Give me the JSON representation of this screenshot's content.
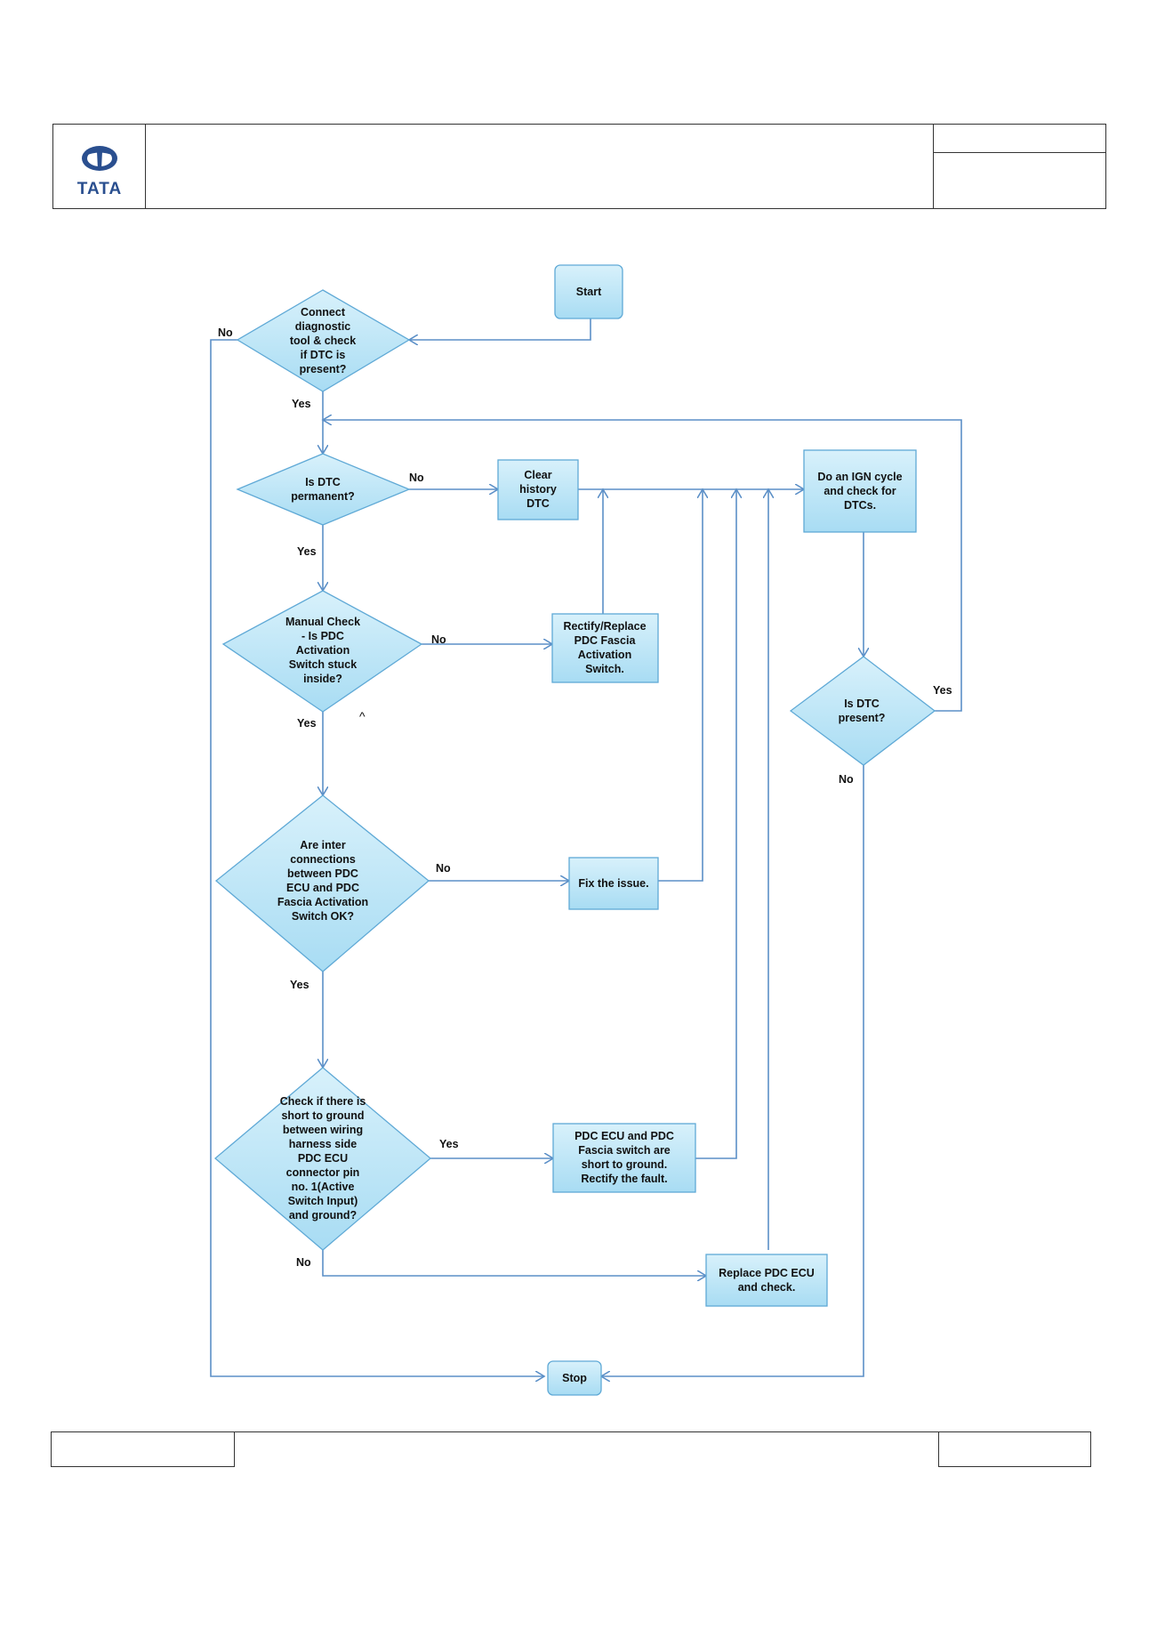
{
  "header": {
    "logo_text": "TATA"
  },
  "flowchart": {
    "nodes": {
      "start": [
        "Start"
      ],
      "q_connect": [
        "Connect",
        "diagnostic",
        "tool & check",
        "if DTC is",
        "present?"
      ],
      "q_permanent": [
        "Is DTC",
        "permanent?"
      ],
      "clear_history": [
        "Clear",
        "history",
        "DTC"
      ],
      "ign_cycle": [
        "Do an IGN cycle",
        "and check for",
        "DTCs."
      ],
      "q_manual": [
        "Manual Check",
        "- Is PDC",
        "Activation",
        "Switch  stuck",
        "inside?"
      ],
      "rectify_switch": [
        "Rectify/Replace",
        "PDC Fascia",
        "Activation",
        "Switch."
      ],
      "q_present": [
        "Is DTC",
        "present?"
      ],
      "q_interconnect": [
        "Are inter",
        "connections",
        "between PDC",
        "ECU and PDC",
        "Fascia Activation",
        "Switch OK?"
      ],
      "fix_issue": [
        "Fix the issue."
      ],
      "q_short": [
        "Check if there is",
        "short to ground",
        "between wiring",
        "harness side",
        "PDC ECU",
        "connector  pin",
        "no. 1(Active",
        "Switch  Input)",
        "and  ground?"
      ],
      "short_fault": [
        "PDC ECU and PDC",
        "Fascia switch  are",
        "short to ground.",
        "Rectify  the  fault."
      ],
      "replace_ecu": [
        "Replace PDC  ECU",
        "and check."
      ],
      "stop": [
        "Stop"
      ]
    },
    "labels": {
      "connect_no": "No",
      "connect_yes": "Yes",
      "permanent_no": "No",
      "permanent_yes": "Yes",
      "manual_no": "No",
      "manual_yes": "Yes",
      "present_yes": "Yes",
      "present_no": "No",
      "interconnect_no": "No",
      "interconnect_yes": "Yes",
      "short_yes": "Yes",
      "short_no": "No"
    },
    "stray_mark": "^"
  },
  "colors": {
    "node_fill": "#bfe6f7",
    "node_stroke": "#5fa9d6",
    "arrow": "#5b8fc7"
  }
}
